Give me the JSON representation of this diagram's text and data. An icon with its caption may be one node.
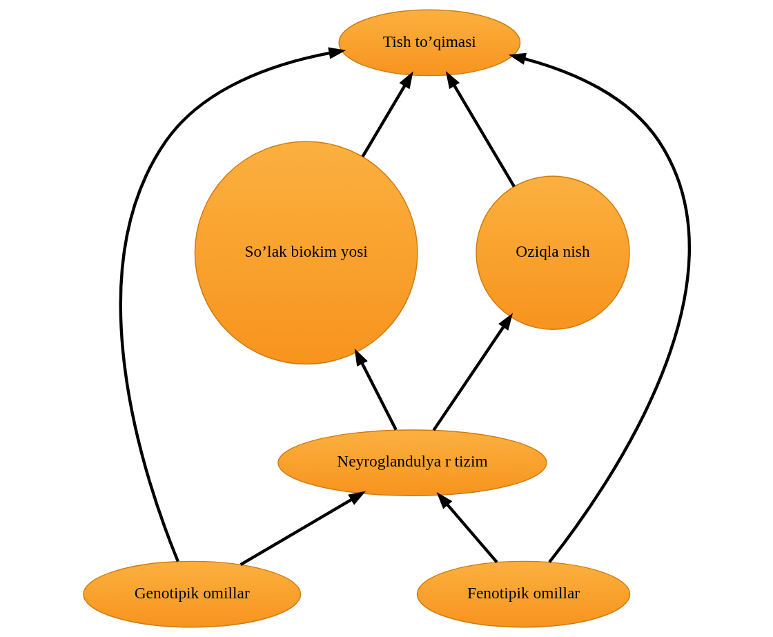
{
  "diagram": {
    "nodes": [
      {
        "text": [
          "Tish to’qimasi"
        ]
      },
      {
        "text": [
          "Genotipik omillar"
        ]
      },
      {
        "text": [
          "So’lak biokim yosi"
        ]
      },
      {
        "text": [
          "Oziqla nish"
        ]
      },
      {
        "text": [
          "Neyroglandulya r tizim"
        ]
      },
      {
        "text": [
          "Fenotipik omillar"
        ]
      }
    ],
    "edges": [
      {
        "from": 1,
        "to": 0,
        "arrow": "to"
      },
      {
        "from": 1,
        "to": 4,
        "arrow": "to"
      },
      {
        "from": 2,
        "to": 0,
        "arrow": "to"
      },
      {
        "from": 3,
        "to": 0,
        "arrow": "to"
      },
      {
        "from": 5,
        "to": 0,
        "arrow": "to"
      },
      {
        "from": 4,
        "to": 2,
        "arrow": "to"
      },
      {
        "from": 4,
        "to": 3,
        "arrow": "to"
      },
      {
        "from": 5,
        "to": 4,
        "arrow": "to"
      }
    ]
  }
}
